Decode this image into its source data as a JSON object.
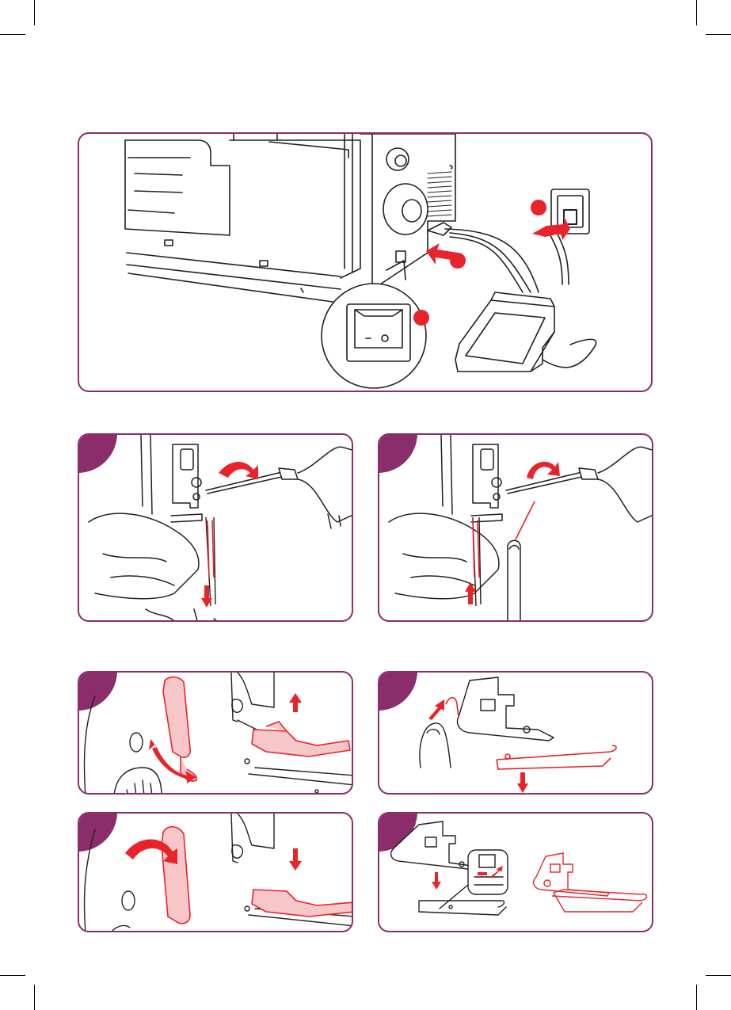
{
  "page": {
    "colors": {
      "accent": "#e8232a",
      "frame": "#8b2c6b",
      "line": "#231f20",
      "pink": "#f6c6c8"
    }
  },
  "panels": [
    {
      "id": "power-connection",
      "icons": [
        "sewing-machine-rear",
        "power-switch",
        "foot-pedal",
        "wall-socket",
        "plug"
      ]
    },
    {
      "id": "needle-removal",
      "icons": [
        "screwdriver",
        "hand",
        "needle",
        "rotate-left-arrow",
        "down-arrow"
      ]
    },
    {
      "id": "needle-insertion",
      "icons": [
        "screwdriver",
        "hand",
        "needle",
        "rotate-right-arrow",
        "up-arrow",
        "needle-tool"
      ]
    },
    {
      "id": "raise-presser-foot",
      "icons": [
        "presser-foot-lever",
        "presser-foot",
        "curved-arrow",
        "up-arrow"
      ]
    },
    {
      "id": "release-foot",
      "icons": [
        "foot-holder",
        "finger",
        "release-arrow",
        "down-arrow"
      ]
    },
    {
      "id": "lower-presser-foot",
      "icons": [
        "presser-foot-lever",
        "presser-foot",
        "curved-arrow",
        "down-arrow"
      ]
    },
    {
      "id": "attach-foot",
      "icons": [
        "foot-holder",
        "detail-zoom",
        "presser-foot"
      ]
    }
  ]
}
